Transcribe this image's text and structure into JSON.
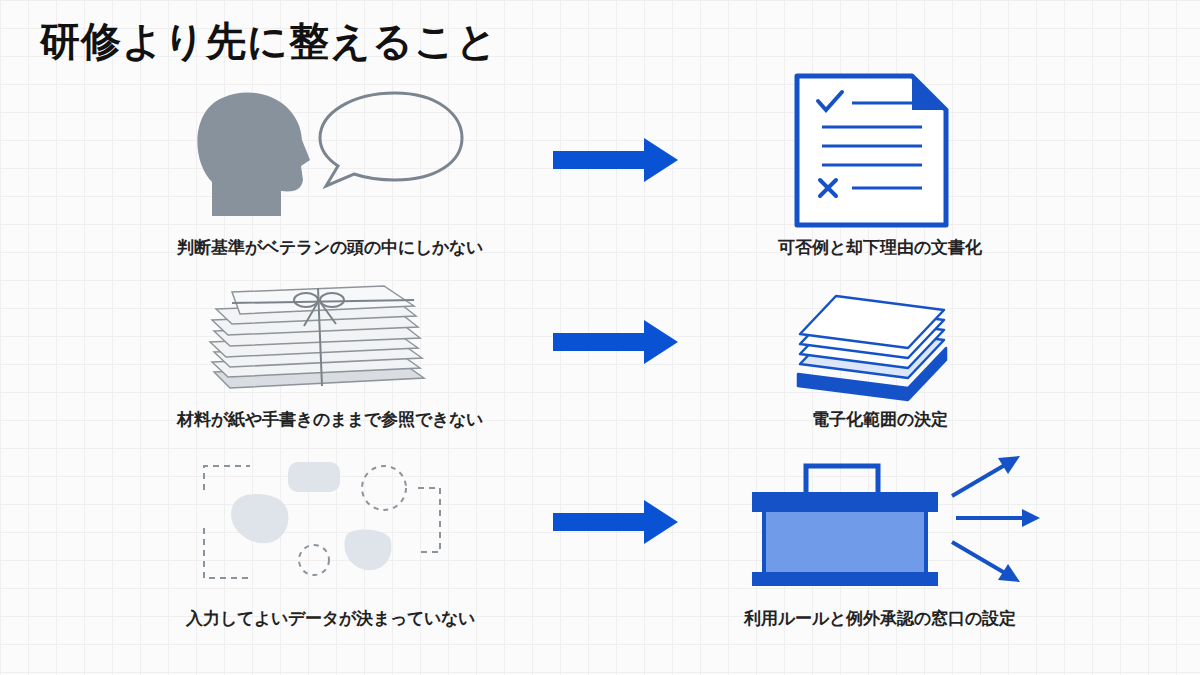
{
  "diagram": {
    "title": "研修より先に整えること",
    "nodes": [
      {
        "text": [
          "判断基準がベテランの頭の中にしかない"
        ]
      },
      {
        "text": [
          "可否例と却下理由の文書化"
        ]
      },
      {
        "text": [
          "材料が紙や手書きのままで参照できない"
        ]
      },
      {
        "text": [
          "電子化範囲の決定"
        ]
      },
      {
        "text": [
          "入力してよいデータが決まっていない"
        ]
      },
      {
        "text": [
          "利用ルールと例外承認の窓口の設定"
        ]
      }
    ],
    "edges": [
      {
        "from": 0,
        "to": 1,
        "arrow": "to"
      },
      {
        "from": 2,
        "to": 3,
        "arrow": "to"
      },
      {
        "from": 4,
        "to": 5,
        "arrow": "to"
      }
    ]
  }
}
